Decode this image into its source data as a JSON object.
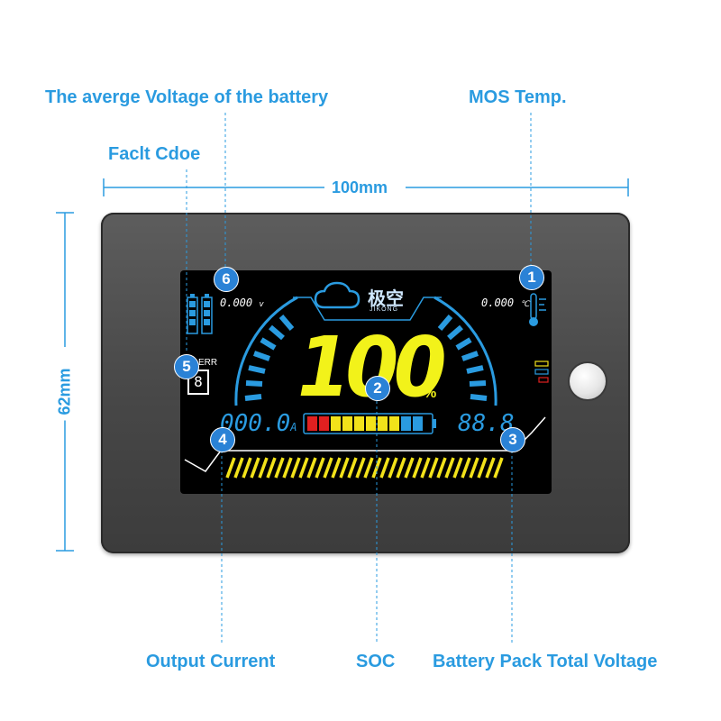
{
  "labels": {
    "avg_voltage": "The averge Voltage of the battery",
    "mos_temp": "MOS Temp.",
    "fault_code": "Faclt Cdoe",
    "output_current": "Output Current",
    "soc": "SOC",
    "pack_voltage": "Battery Pack Total Voltage"
  },
  "dimensions": {
    "width": "100mm",
    "height": "62mm"
  },
  "badges": [
    "1",
    "2",
    "3",
    "4",
    "5",
    "6"
  ],
  "display": {
    "avg_voltage_value": "0.000",
    "avg_voltage_unit": "v",
    "temp_value": "0.000",
    "temp_unit": "℃",
    "brand_cn": "极空",
    "brand_en": "JIKONG",
    "soc_value": "100",
    "soc_unit": "%",
    "current_value": "000.0",
    "current_unit": "A",
    "voltage_value": "88.8",
    "err_label": "ERR",
    "err_value": "8"
  },
  "colors": {
    "accent": "#2a9be0",
    "badge": "#2a82d6",
    "soc_yellow": "#f2f21a",
    "segment_red": "#e02020",
    "segment_yellow": "#f2e21a",
    "segment_blue": "#2a9be0"
  },
  "icons": [
    "battery-cells-icon",
    "thermometer-icon",
    "cloud-logo-icon",
    "status-bars-icon",
    "battery-bar-icon"
  ]
}
